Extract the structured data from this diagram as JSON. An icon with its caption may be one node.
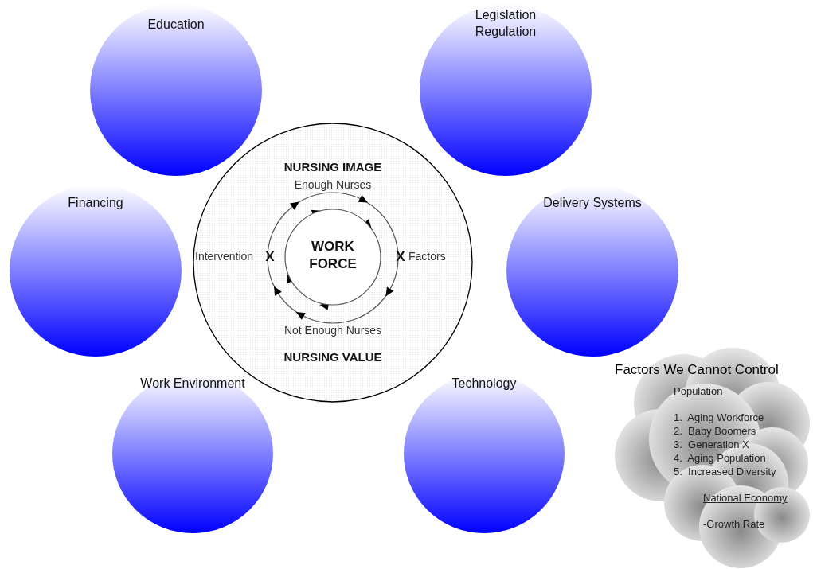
{
  "diagram": {
    "nodes": [
      {
        "text": [
          "Education"
        ]
      },
      {
        "text": [
          "Legislation Regulation"
        ]
      },
      {
        "text": [
          "Financing"
        ]
      },
      {
        "text": [
          "Delivery Systems"
        ]
      },
      {
        "text": [
          "Work Environment"
        ]
      },
      {
        "text": [
          "Technology"
        ]
      },
      {
        "text": [
          "NURSING IMAGE",
          "Enough Nurses",
          "Intervention",
          "X",
          "X",
          "Factors",
          "Not Enough Nurses",
          "NURSING VALUE"
        ]
      },
      {
        "text": [
          "WORK FORCE"
        ],
        "in": 6
      },
      {
        "text": [
          "Factors We Cannot Control",
          "Population",
          "1.  Aging Workforce",
          "2.  Baby Boomers",
          "3.  Generation X",
          "4.  Aging Population",
          "5.  Increased Diversity",
          "National Economy",
          "-Growth Rate"
        ]
      }
    ]
  }
}
